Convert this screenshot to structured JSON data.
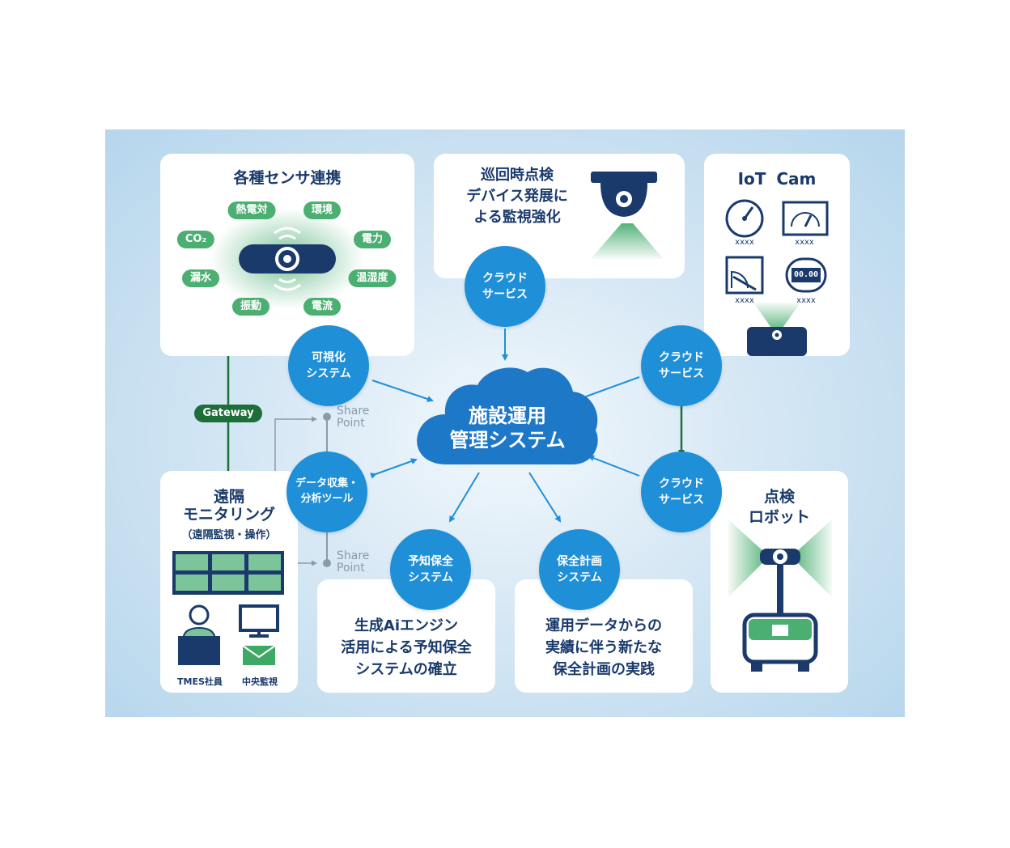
{
  "center": {
    "line1": "施設運用",
    "line2": "管理システム"
  },
  "sensors": {
    "title": "各種センサ連携",
    "tags": [
      "熱電対",
      "環境",
      "CO₂",
      "電力",
      "漏水",
      "温湿度",
      "振動",
      "電流"
    ]
  },
  "patrol": {
    "title": "巡回時点検\nデバイス発展に\nよる監視強化"
  },
  "iotcam": {
    "title": "IoT Cam",
    "gauge_label": "xxxx",
    "digital_value": "00.00"
  },
  "remote": {
    "title_line1": "遠隔",
    "title_line2": "モニタリング",
    "subtitle": "（遠隔監視・操作）",
    "person_label": "TMES社員",
    "central_label": "中央監視"
  },
  "robot": {
    "title": "点検\nロボット"
  },
  "predictive": {
    "text": "生成Aiエンジン\n活用による予知保全\nシステムの確立"
  },
  "plan": {
    "text": "運用データからの\n実績に伴う新たな\n保全計画の実践"
  },
  "gateway": "Gateway",
  "sharepoint": "Share\nPoint",
  "nodes": {
    "cloud_top": "クラウド\nサービス",
    "visualize": "可視化\nシステム",
    "cloud_right1": "クラウド\nサービス",
    "data_tool": "データ収集・\n分析ツール",
    "cloud_right2": "クラウド\nサービス",
    "predictive": "予知保全\nシステム",
    "plan": "保全計画\nシステム"
  },
  "colors": {
    "navy": "#1a3a6b",
    "node_blue": "#1f8fd8",
    "cloud_blue": "#1e78c8",
    "green": "#4caf72",
    "dark_green": "#1e6e3a"
  }
}
